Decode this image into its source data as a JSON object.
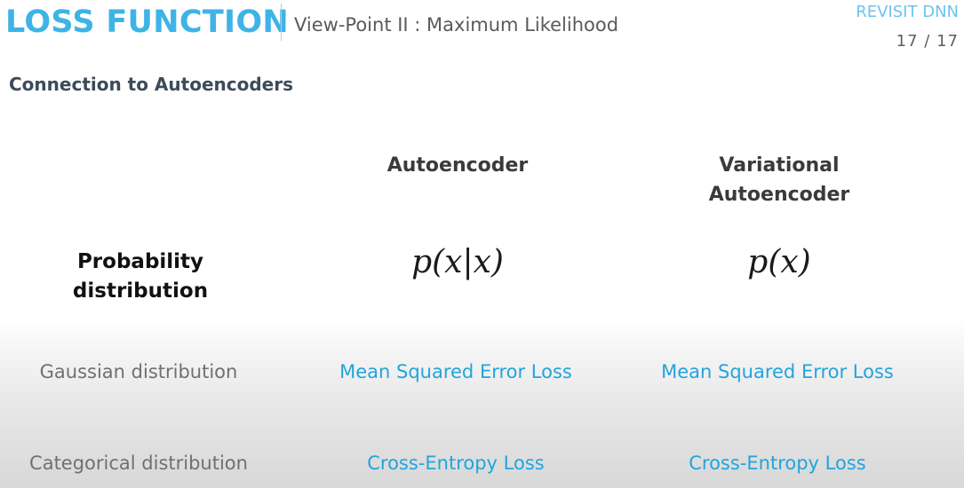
{
  "header": {
    "title": "LOSS FUNCTION",
    "subtitle": "View-Point II : Maximum Likelihood",
    "revisit": "REVISIT DNN",
    "page": "17 / 17"
  },
  "section": {
    "heading": "Connection to Autoencoders"
  },
  "table": {
    "columns": {
      "autoencoder": "Autoencoder",
      "vae_line1": "Variational",
      "vae_line2": "Autoencoder"
    },
    "probability_row": {
      "label_line1": "Probability",
      "label_line2": "distribution",
      "autoencoder": "p(x|x)",
      "vae": "p(x)"
    },
    "gaussian_row": {
      "label": "Gaussian distribution",
      "autoencoder": "Mean Squared Error Loss",
      "vae": "Mean Squared Error Loss"
    },
    "categorical_row": {
      "label": "Categorical distribution",
      "autoencoder": "Cross-Entropy Loss",
      "vae": "Cross-Entropy Loss"
    }
  },
  "colors": {
    "accent": "#3fb3e6",
    "loss_text": "#22a4dc",
    "muted_text": "#707070"
  }
}
